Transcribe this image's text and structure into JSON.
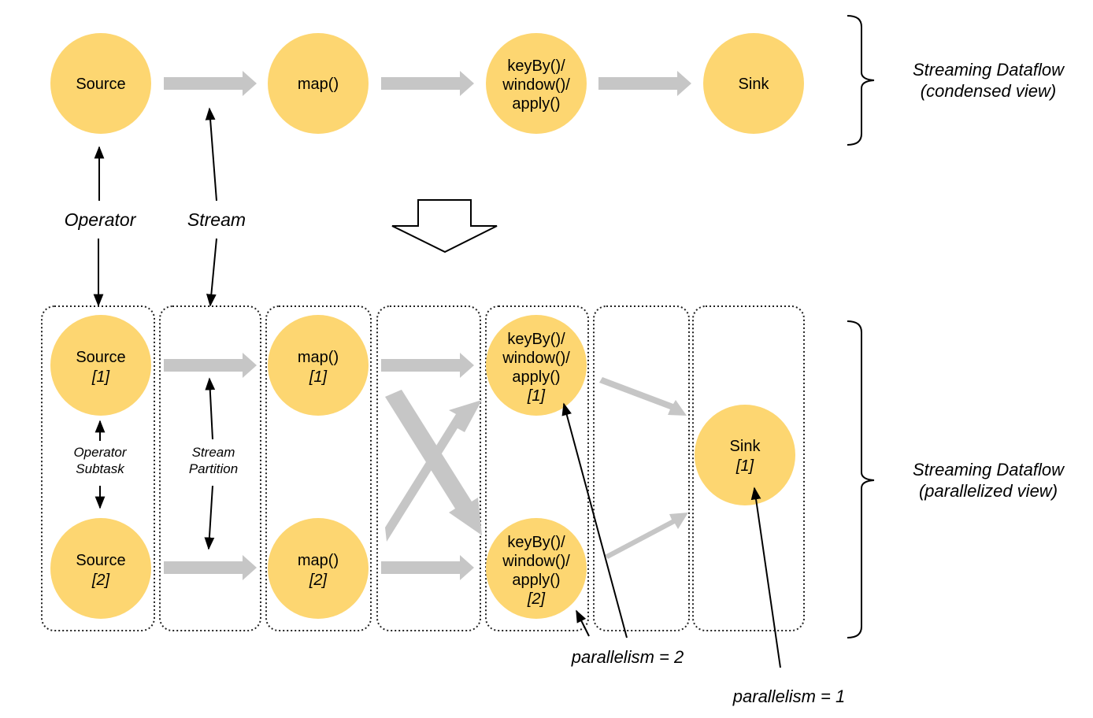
{
  "condensed": {
    "nodes": [
      {
        "id": "source",
        "lines": [
          "Source"
        ]
      },
      {
        "id": "map",
        "lines": [
          "map()"
        ]
      },
      {
        "id": "keyby",
        "lines": [
          "keyBy()/",
          "window()/",
          "apply()"
        ]
      },
      {
        "id": "sink",
        "lines": [
          "Sink"
        ]
      }
    ],
    "view_label": [
      "Streaming Dataflow",
      "(condensed view)"
    ]
  },
  "parallel": {
    "nodes": [
      {
        "id": "source-1",
        "lines": [
          "Source"
        ],
        "index": "[1]"
      },
      {
        "id": "source-2",
        "lines": [
          "Source"
        ],
        "index": "[2]"
      },
      {
        "id": "map-1",
        "lines": [
          "map()"
        ],
        "index": "[1]"
      },
      {
        "id": "map-2",
        "lines": [
          "map()"
        ],
        "index": "[2]"
      },
      {
        "id": "keyby-1",
        "lines": [
          "keyBy()/",
          "window()/",
          "apply()"
        ],
        "index": "[1]"
      },
      {
        "id": "keyby-2",
        "lines": [
          "keyBy()/",
          "window()/",
          "apply()"
        ],
        "index": "[2]"
      },
      {
        "id": "sink-1",
        "lines": [
          "Sink"
        ],
        "index": "[1]"
      }
    ],
    "view_label": [
      "Streaming Dataflow",
      "(parallelized view)"
    ]
  },
  "labels": {
    "operator": "Operator",
    "stream": "Stream",
    "operator_subtask": [
      "Operator",
      "Subtask"
    ],
    "stream_partition": [
      "Stream",
      "Partition"
    ],
    "parallelism_2": "parallelism = 2",
    "parallelism_1": "parallelism = 1"
  }
}
